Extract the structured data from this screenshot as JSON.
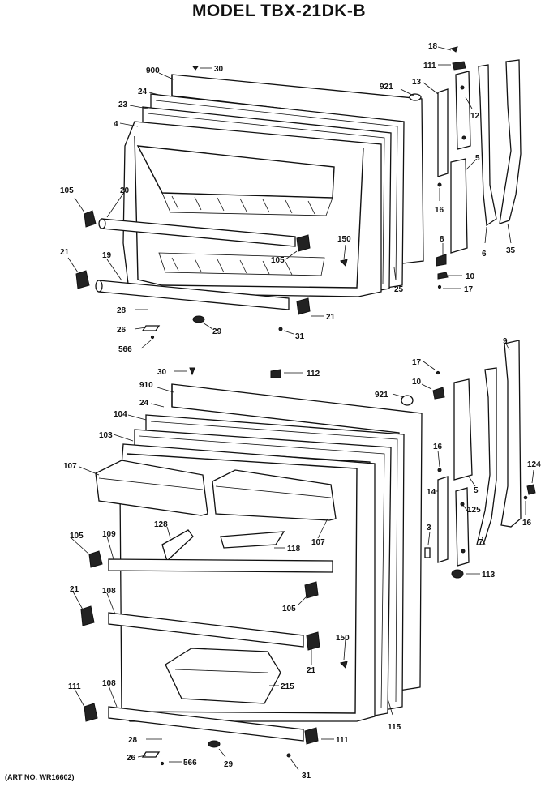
{
  "title": "MODEL TBX-21DK-B",
  "art_number": "(ART NO. WR16602)",
  "callouts": {
    "top_door": [
      {
        "id": "l900",
        "text": "900"
      },
      {
        "id": "l30a",
        "text": "30"
      },
      {
        "id": "l24a",
        "text": "24"
      },
      {
        "id": "l23",
        "text": "23"
      },
      {
        "id": "l4",
        "text": "4"
      },
      {
        "id": "l921a",
        "text": "921"
      },
      {
        "id": "l13",
        "text": "13"
      },
      {
        "id": "l18",
        "text": "18"
      },
      {
        "id": "l111a",
        "text": "111"
      },
      {
        "id": "l12",
        "text": "12"
      },
      {
        "id": "l5a",
        "text": "5"
      },
      {
        "id": "l16a",
        "text": "16"
      },
      {
        "id": "l6",
        "text": "6"
      },
      {
        "id": "l35",
        "text": "35"
      },
      {
        "id": "l8",
        "text": "8"
      },
      {
        "id": "l10a",
        "text": "10"
      },
      {
        "id": "l17a",
        "text": "17"
      },
      {
        "id": "l105a",
        "text": "105"
      },
      {
        "id": "l20",
        "text": "20"
      },
      {
        "id": "l150a",
        "text": "150"
      },
      {
        "id": "l105b",
        "text": "105"
      },
      {
        "id": "l25",
        "text": "25"
      },
      {
        "id": "l21a",
        "text": "21"
      },
      {
        "id": "l19",
        "text": "19"
      },
      {
        "id": "l21b",
        "text": "21"
      },
      {
        "id": "l28a",
        "text": "28"
      },
      {
        "id": "l26a",
        "text": "26"
      },
      {
        "id": "l29a",
        "text": "29"
      },
      {
        "id": "l31a",
        "text": "31"
      },
      {
        "id": "l566a",
        "text": "566"
      }
    ],
    "bottom_door": [
      {
        "id": "l30b",
        "text": "30"
      },
      {
        "id": "l112",
        "text": "112"
      },
      {
        "id": "l17b",
        "text": "17"
      },
      {
        "id": "l9",
        "text": "9"
      },
      {
        "id": "l910",
        "text": "910"
      },
      {
        "id": "l921b",
        "text": "921"
      },
      {
        "id": "l10b",
        "text": "10"
      },
      {
        "id": "l24b",
        "text": "24"
      },
      {
        "id": "l104",
        "text": "104"
      },
      {
        "id": "l103",
        "text": "103"
      },
      {
        "id": "l16b",
        "text": "16"
      },
      {
        "id": "l107a",
        "text": "107"
      },
      {
        "id": "l124",
        "text": "124"
      },
      {
        "id": "l5b",
        "text": "5"
      },
      {
        "id": "l14",
        "text": "14"
      },
      {
        "id": "l125",
        "text": "125"
      },
      {
        "id": "l16c",
        "text": "16"
      },
      {
        "id": "l3",
        "text": "3"
      },
      {
        "id": "l7",
        "text": "7"
      },
      {
        "id": "l128",
        "text": "128"
      },
      {
        "id": "l118",
        "text": "118"
      },
      {
        "id": "l107b",
        "text": "107"
      },
      {
        "id": "l105c",
        "text": "105"
      },
      {
        "id": "l109",
        "text": "109"
      },
      {
        "id": "l113",
        "text": "113"
      },
      {
        "id": "l21c",
        "text": "21"
      },
      {
        "id": "l108a",
        "text": "108"
      },
      {
        "id": "l105d",
        "text": "105"
      },
      {
        "id": "l150b",
        "text": "150"
      },
      {
        "id": "l21d",
        "text": "21"
      },
      {
        "id": "l215",
        "text": "215"
      },
      {
        "id": "l111b",
        "text": "111"
      },
      {
        "id": "l108b",
        "text": "108"
      },
      {
        "id": "l115",
        "text": "115"
      },
      {
        "id": "l28b",
        "text": "28"
      },
      {
        "id": "l111c",
        "text": "111"
      },
      {
        "id": "l26b",
        "text": "26"
      },
      {
        "id": "l566b",
        "text": "566"
      },
      {
        "id": "l29b",
        "text": "29"
      },
      {
        "id": "l31b",
        "text": "31"
      }
    ]
  }
}
